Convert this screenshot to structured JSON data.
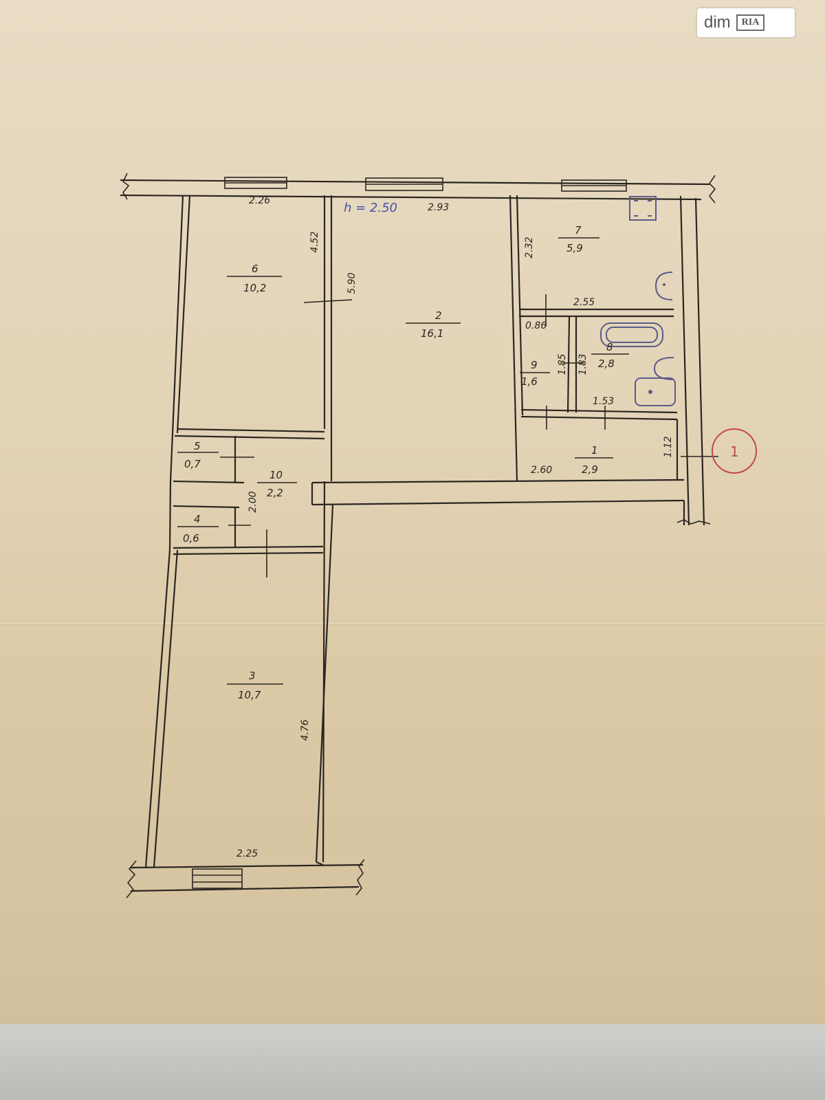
{
  "watermark": {
    "text": "dim",
    "badge": "RIA"
  },
  "ceiling_height": "h = 2.50",
  "entrance_marker": "1",
  "rooms": [
    {
      "id": "1",
      "area": "2,9"
    },
    {
      "id": "2",
      "area": "16,1"
    },
    {
      "id": "3",
      "area": "10,7"
    },
    {
      "id": "4",
      "area": "0,6"
    },
    {
      "id": "5",
      "area": "0,7"
    },
    {
      "id": "6",
      "area": "10,2"
    },
    {
      "id": "7",
      "area": "5,9"
    },
    {
      "id": "8",
      "area": "2,8"
    },
    {
      "id": "9",
      "area": "1,6"
    },
    {
      "id": "10",
      "area": "2,2"
    }
  ],
  "dimensions": {
    "room6_width": "2.26",
    "room2_width": "2.93",
    "room6_length": "4.52",
    "room2_length": "5.90",
    "room7_length": "2.32",
    "room7_width": "2.55",
    "room9_width": "0.86",
    "room9_length": "1.85",
    "room8_length": "1.83",
    "room8_width": "1.53",
    "room1_width": "2.60",
    "room1_length": "1.12",
    "room10_length": "2.00",
    "room3_length": "4.76",
    "room3_width": "2.25"
  }
}
